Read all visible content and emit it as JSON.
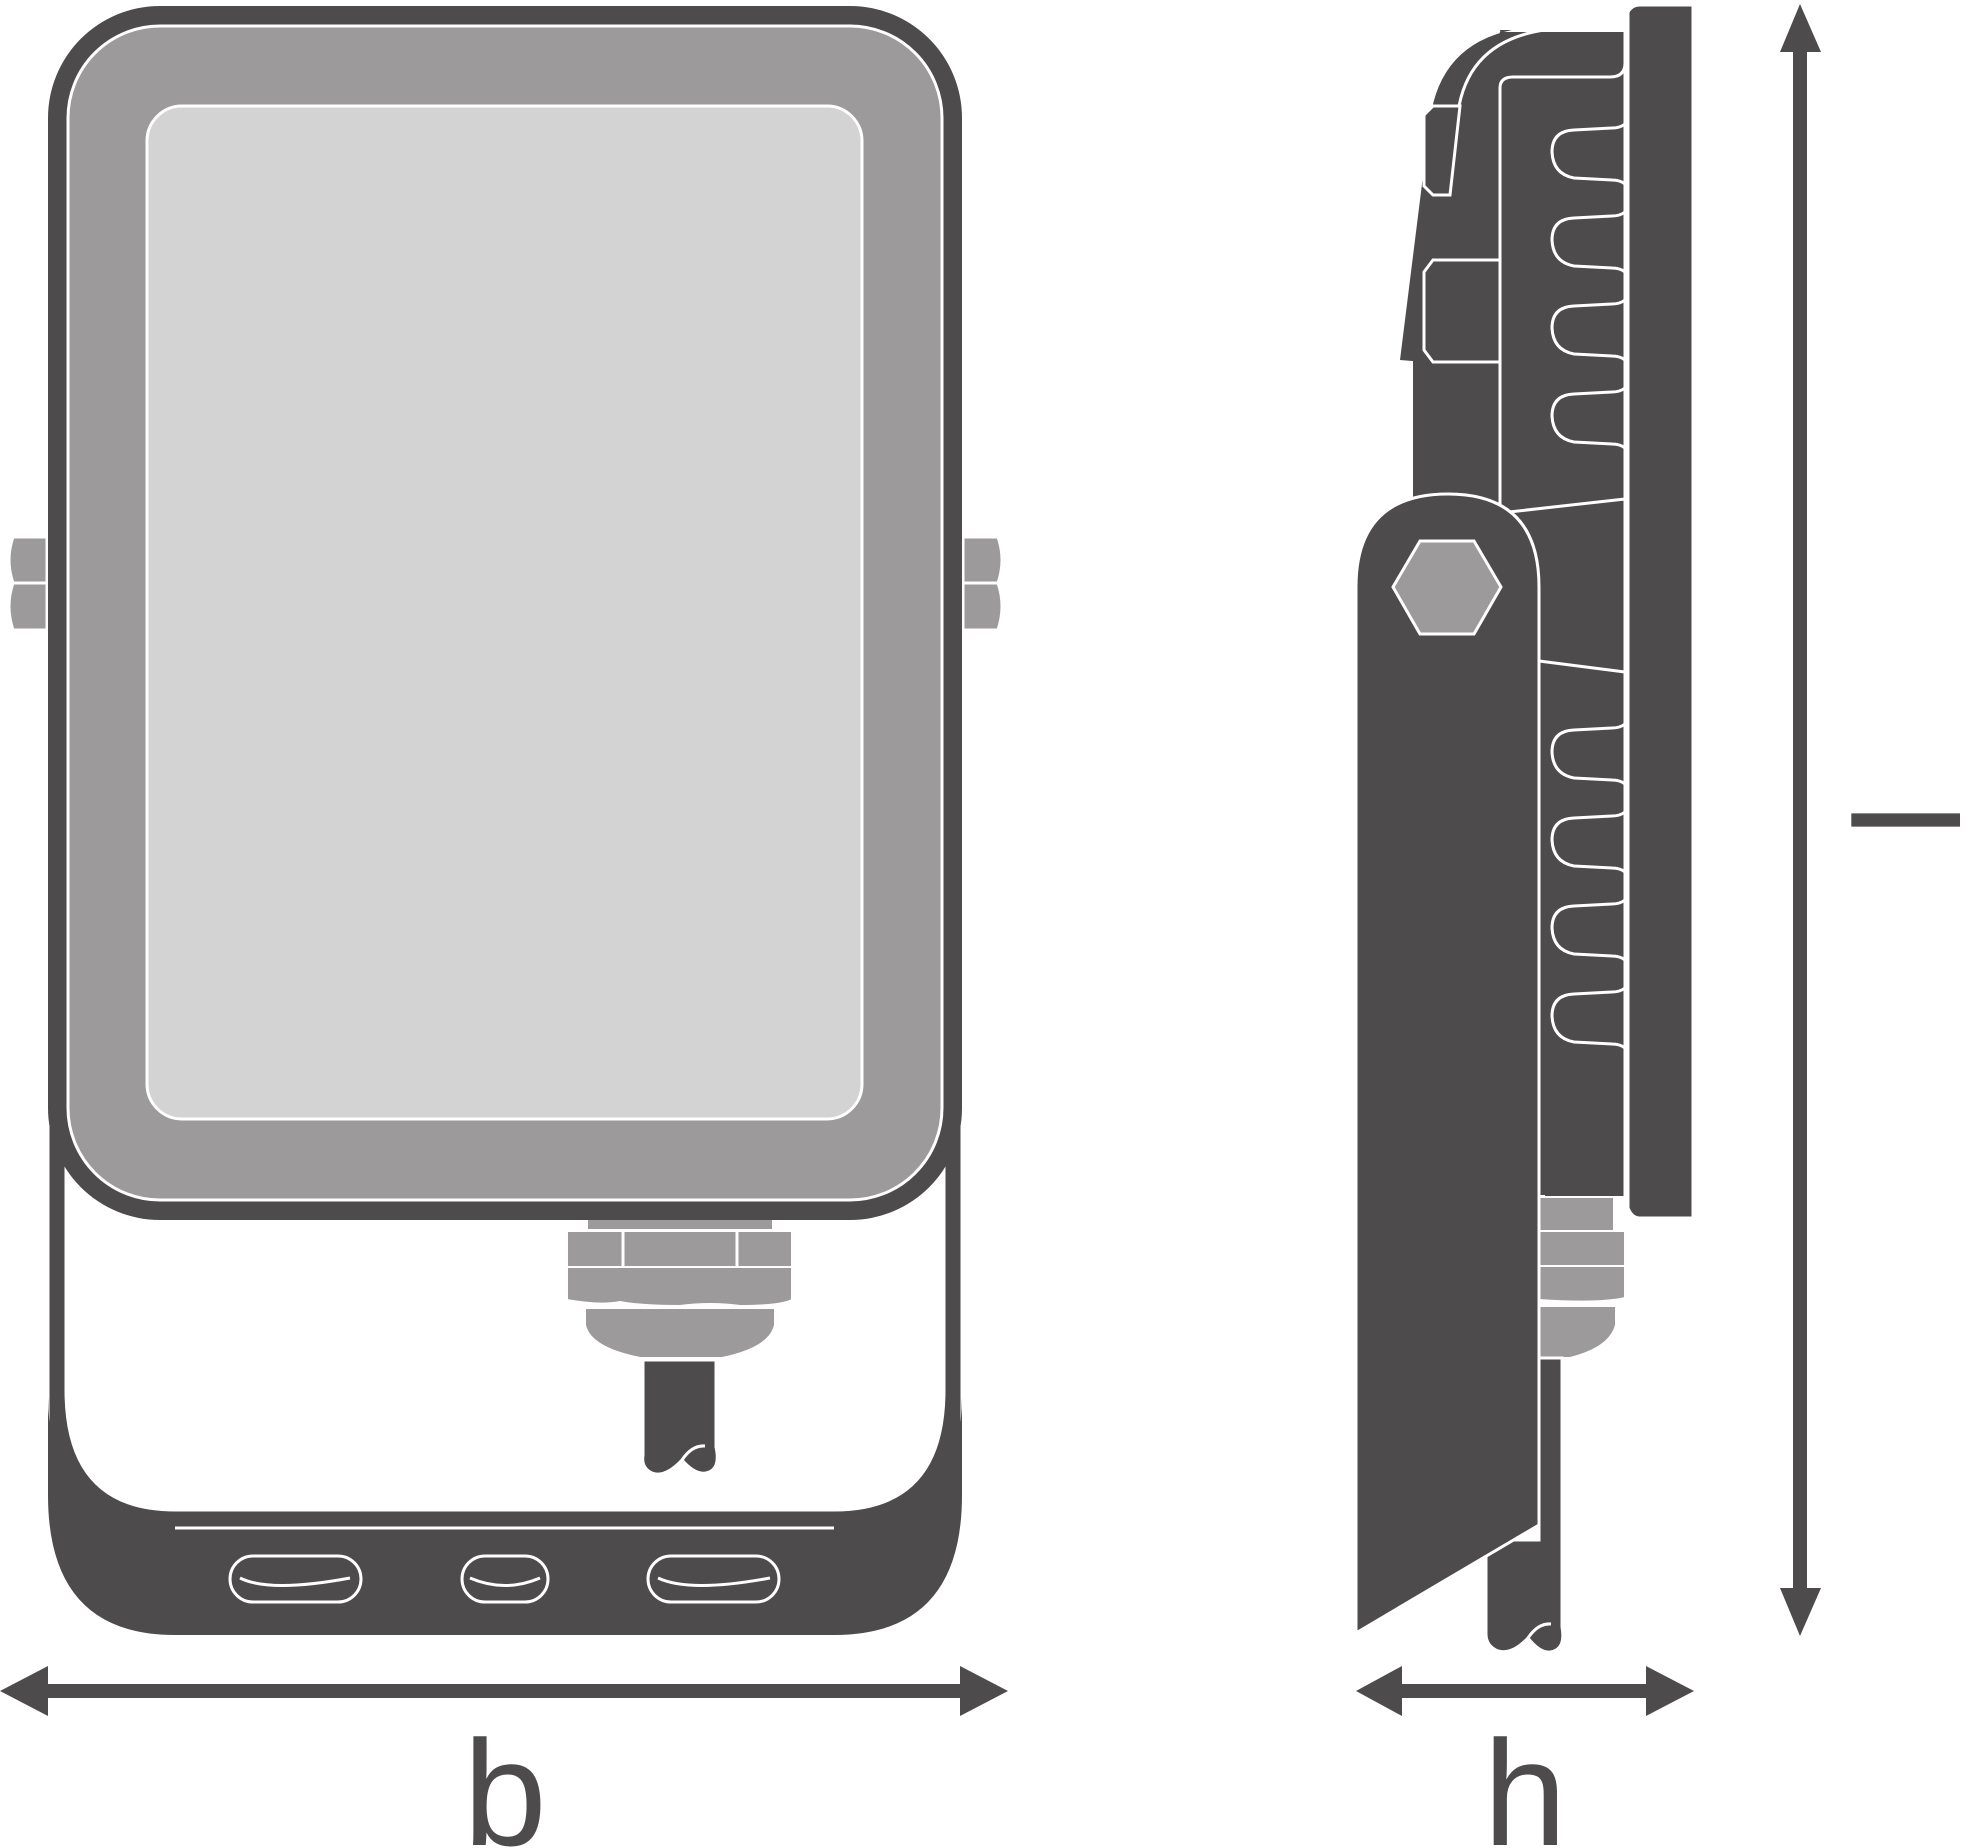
{
  "colors": {
    "dark": "#4d4b4c",
    "frame": "#9c9a9b",
    "lens": "#d3d3d3",
    "outline": "#ffffff",
    "background": "#ffffff"
  },
  "labels": {
    "width": "b",
    "depth": "h",
    "length": "l"
  }
}
